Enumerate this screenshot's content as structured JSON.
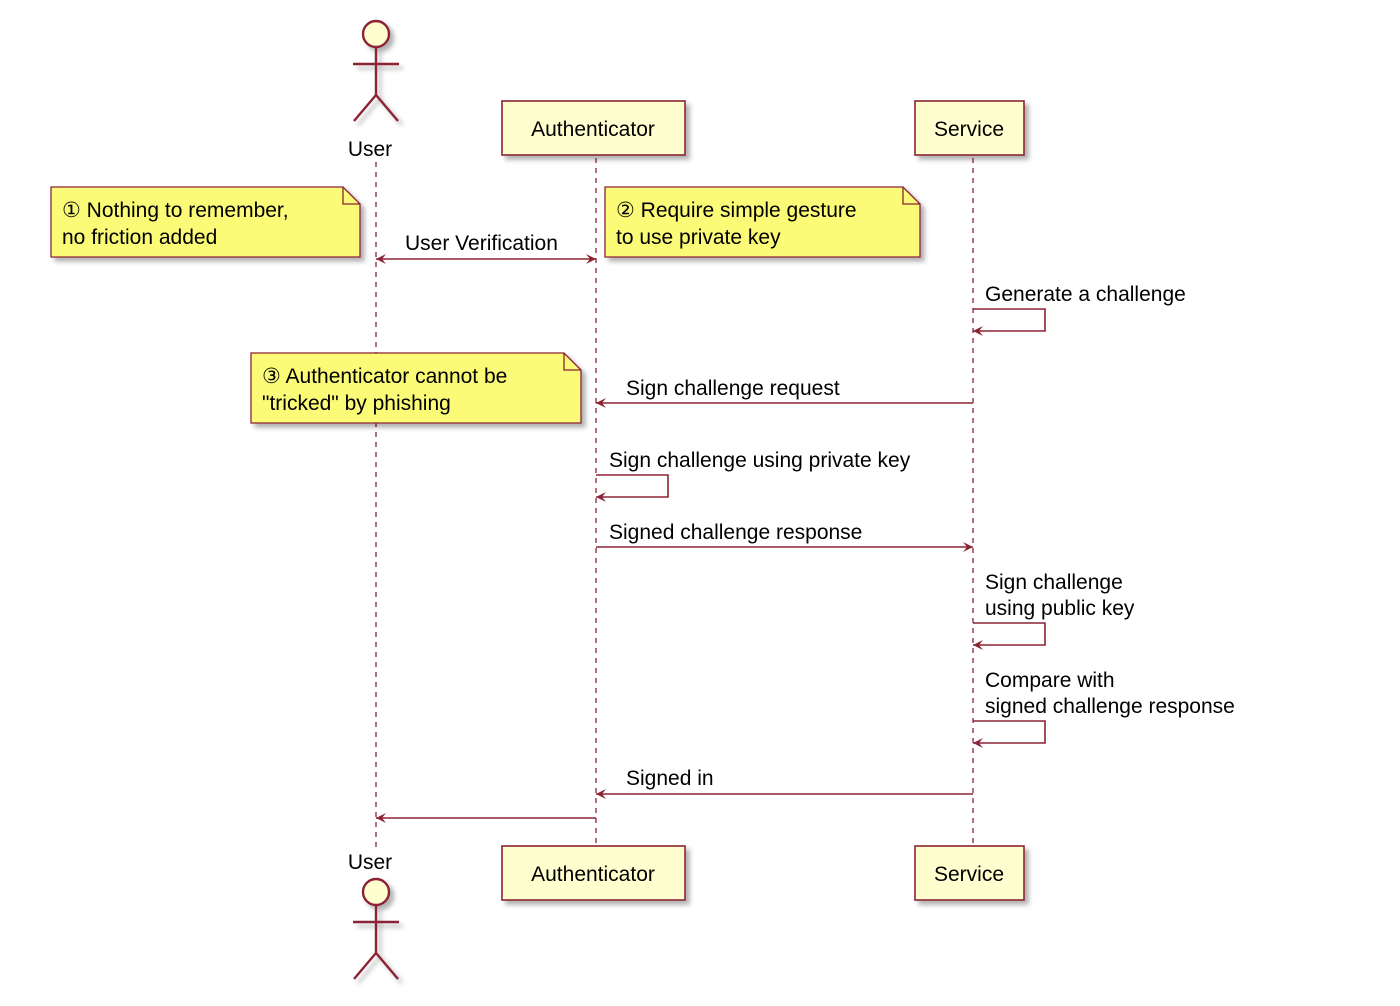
{
  "participants": [
    {
      "id": "user",
      "label": "User",
      "kind": "actor"
    },
    {
      "id": "authenticator",
      "label": "Authenticator",
      "kind": "box"
    },
    {
      "id": "service",
      "label": "Service",
      "kind": "box"
    }
  ],
  "notes": [
    {
      "line1": "① Nothing to remember,",
      "line2": "no friction added"
    },
    {
      "line1": "② Require simple gesture",
      "line2": "to use private key"
    },
    {
      "line1": "③ Authenticator cannot be",
      "line2": "\"tricked\" by phishing"
    }
  ],
  "messages": [
    {
      "from": "user",
      "to": "authenticator",
      "bidirectional": true,
      "lines": [
        "User Verification"
      ]
    },
    {
      "from": "service",
      "to": "service",
      "lines": [
        "Generate a challenge"
      ]
    },
    {
      "from": "service",
      "to": "authenticator",
      "lines": [
        "Sign challenge request"
      ]
    },
    {
      "from": "authenticator",
      "to": "authenticator",
      "lines": [
        "Sign challenge using private key"
      ]
    },
    {
      "from": "authenticator",
      "to": "service",
      "lines": [
        "Signed challenge response"
      ]
    },
    {
      "from": "service",
      "to": "service",
      "lines": [
        "Sign challenge",
        "using public key"
      ]
    },
    {
      "from": "service",
      "to": "service",
      "lines": [
        "Compare with",
        "signed challenge response"
      ]
    },
    {
      "from": "service",
      "to": "authenticator",
      "lines": [
        "Signed in"
      ]
    },
    {
      "from": "authenticator",
      "to": "user",
      "lines": []
    }
  ],
  "colors": {
    "line": "#8b2335",
    "participant_fill": "#fefece",
    "note_fill": "#fbfb77"
  }
}
